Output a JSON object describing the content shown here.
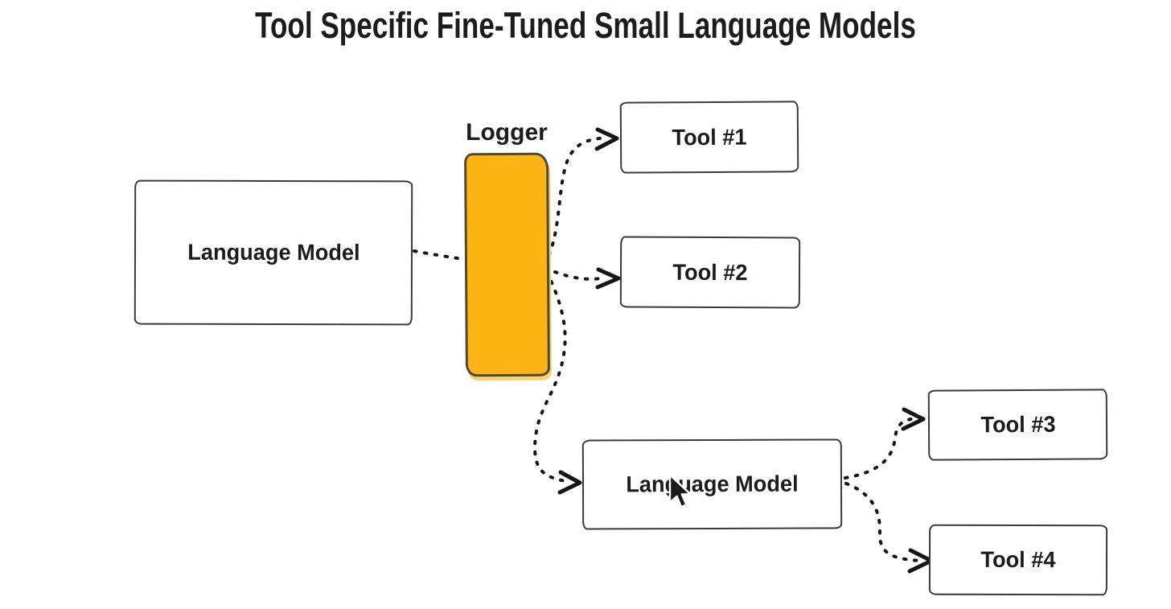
{
  "title": "Tool Specific Fine-Tuned Small Language Models",
  "nodes": {
    "language_model_top": {
      "label": "Language Model"
    },
    "logger": {
      "label": "Logger"
    },
    "tool_1": {
      "label": "Tool #1"
    },
    "tool_2": {
      "label": "Tool #2"
    },
    "language_model_bottom": {
      "label": "Language Model"
    },
    "tool_3": {
      "label": "Tool #3"
    },
    "tool_4": {
      "label": "Tool #4"
    }
  },
  "edges": [
    {
      "from": "language_model_top",
      "to": "logger",
      "style": "dotted",
      "arrowhead": false
    },
    {
      "from": "logger",
      "to": "tool_1",
      "style": "dotted",
      "arrowhead": true
    },
    {
      "from": "logger",
      "to": "tool_2",
      "style": "dotted",
      "arrowhead": true
    },
    {
      "from": "logger",
      "to": "language_model_bottom",
      "style": "dotted",
      "arrowhead": true
    },
    {
      "from": "language_model_bottom",
      "to": "tool_3",
      "style": "dotted",
      "arrowhead": true
    },
    {
      "from": "language_model_bottom",
      "to": "tool_4",
      "style": "dotted",
      "arrowhead": true
    }
  ],
  "colors": {
    "background": "#ffffff",
    "text": "#1c1c1c",
    "box_border": "#3a3a3a",
    "connector": "#161616",
    "logger_fill": "#FDB515",
    "logger_border": "#4e4938"
  }
}
